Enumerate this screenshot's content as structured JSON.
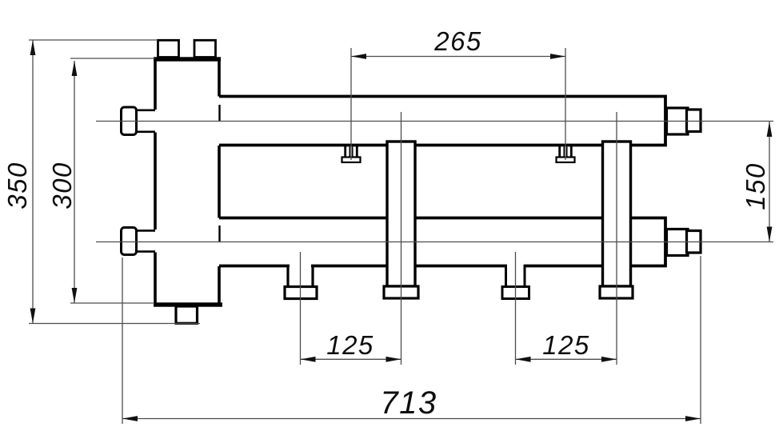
{
  "drawing": {
    "background_color": "#ffffff",
    "outline_color": "#000000",
    "thin_line_color": "#4d4d4d"
  },
  "dimensions": {
    "overall_height": "350",
    "separator_body_height": "300",
    "upper_outlets_spacing": "265",
    "collector_axes_spacing": "150",
    "lower_outlets_spacing_left": "125",
    "lower_outlets_spacing_right": "125",
    "overall_width": "713"
  }
}
